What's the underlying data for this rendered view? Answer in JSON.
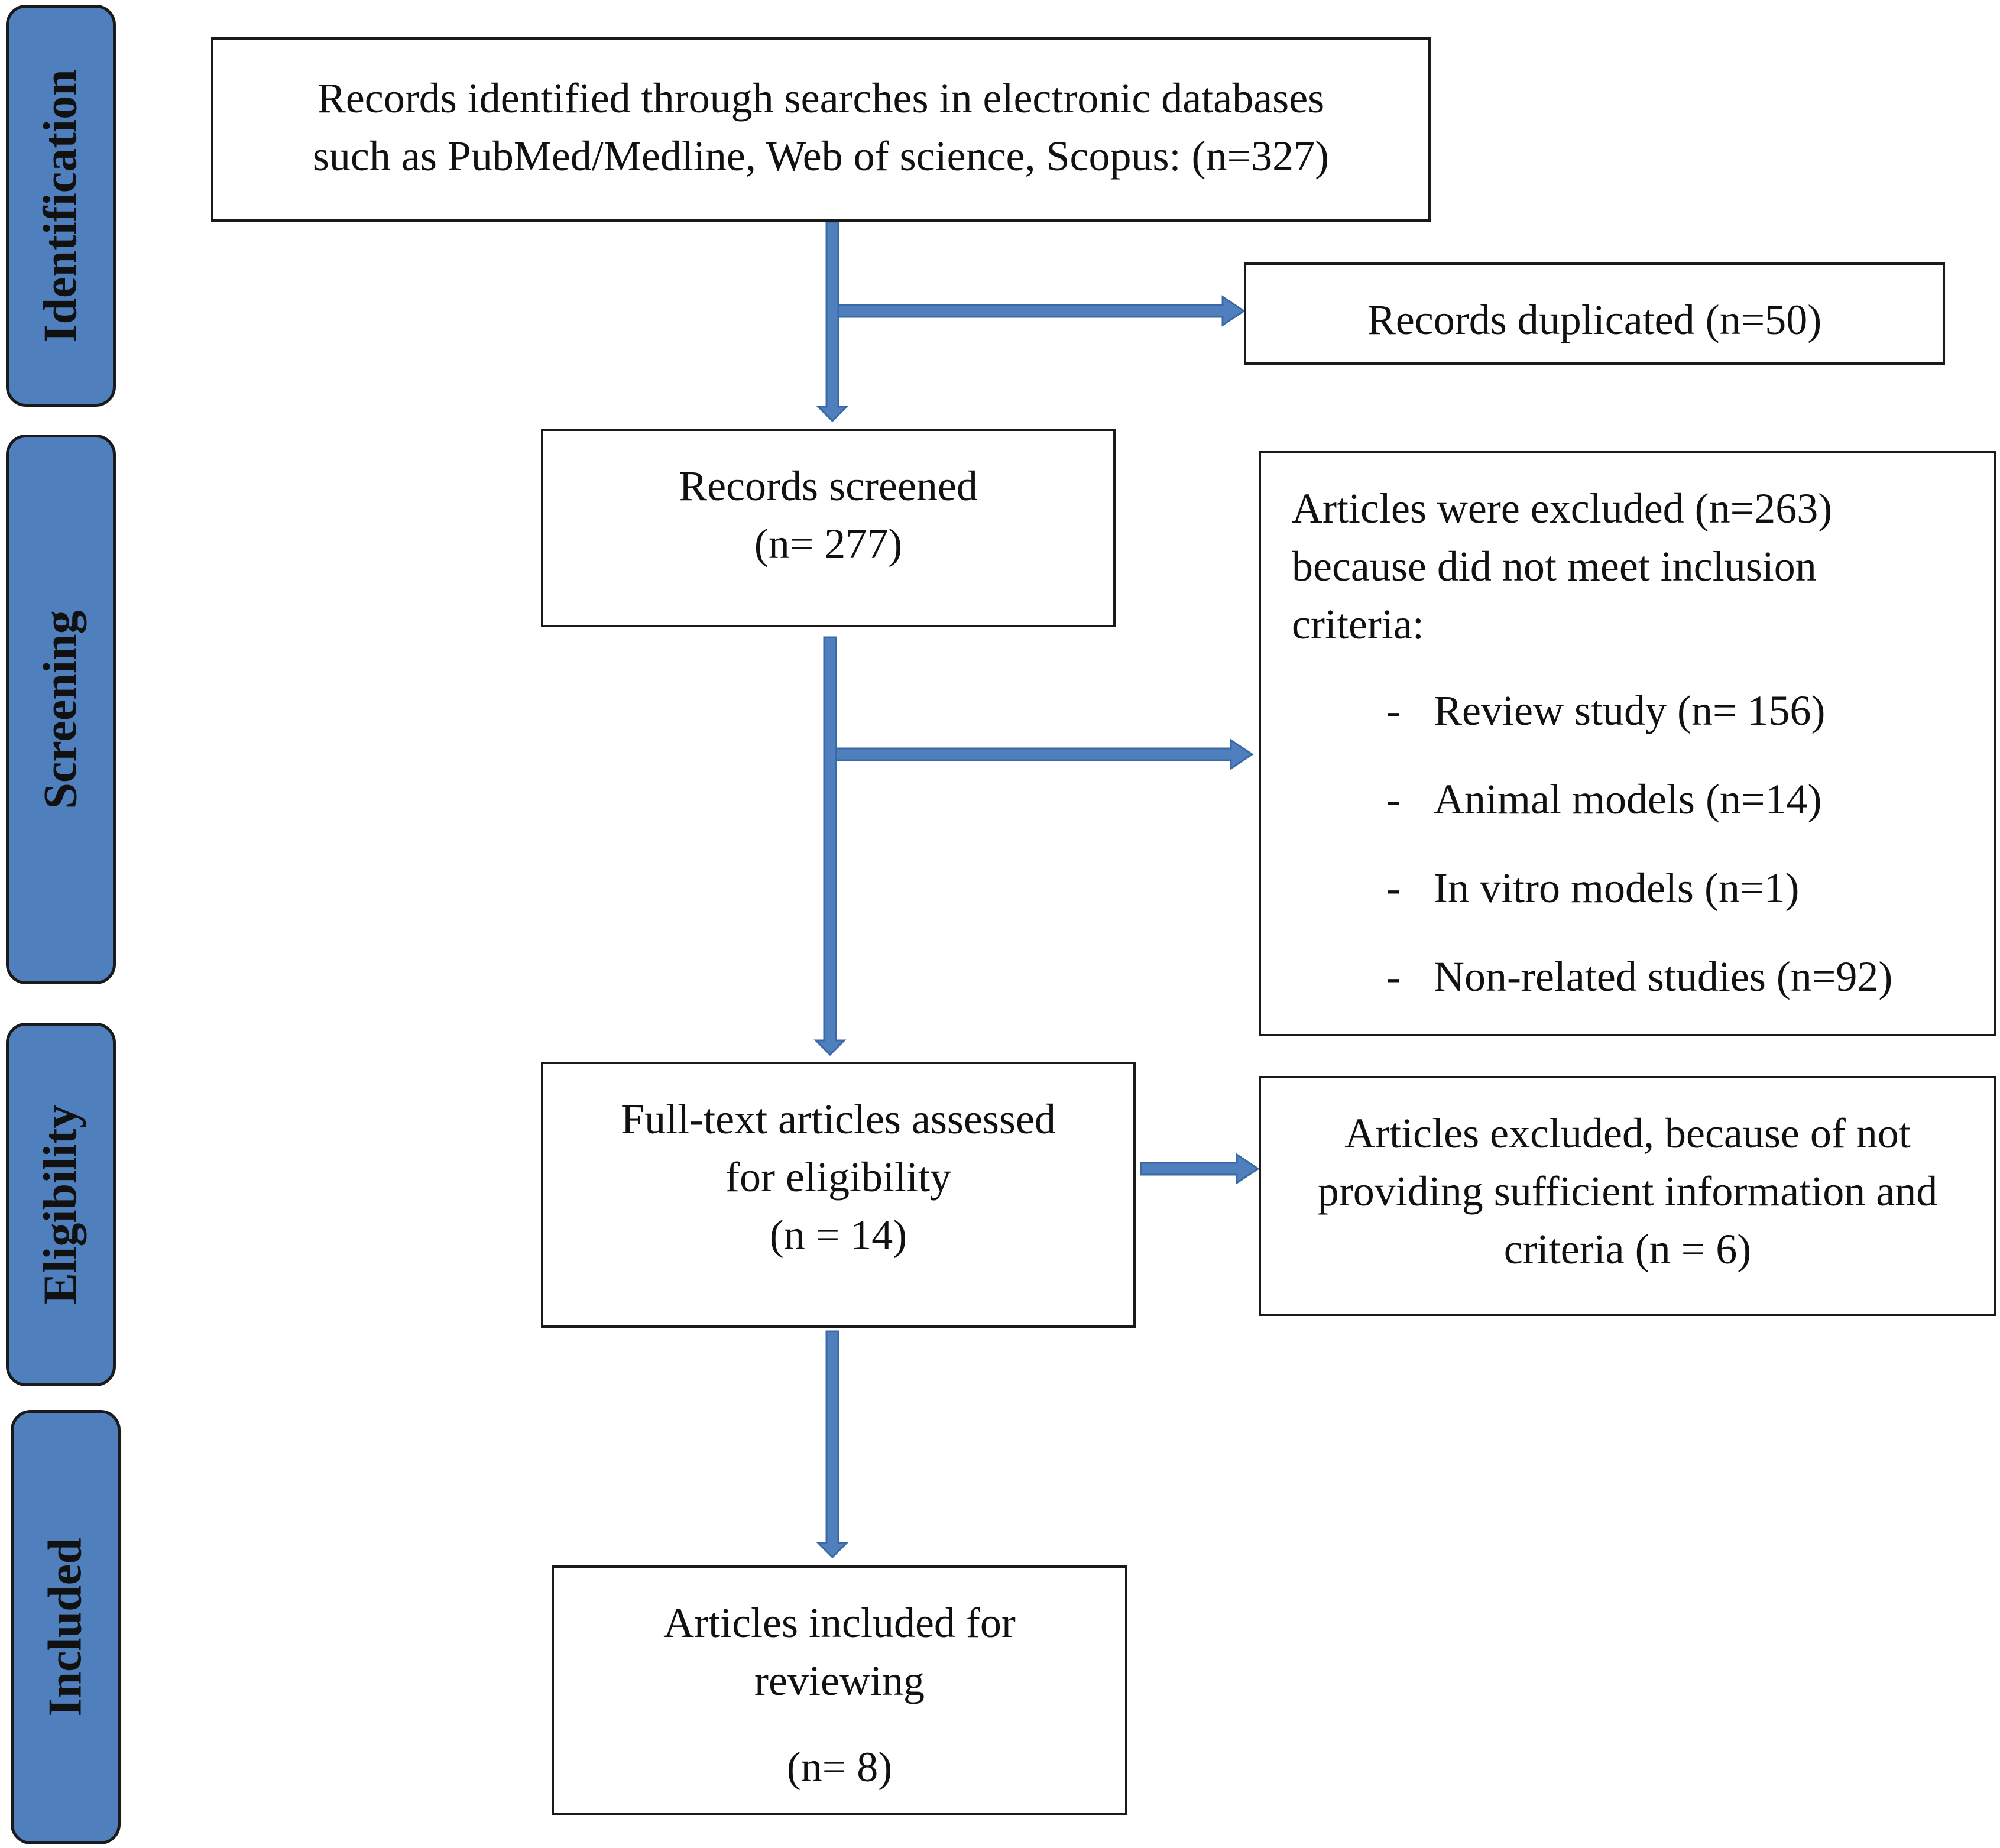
{
  "stages": {
    "identification": "Identification",
    "screening": "Screening",
    "eligibility": "Eligibility",
    "included": "Included"
  },
  "boxes": {
    "identified": {
      "line1": "Records identified through searches in electronic databases",
      "line2": "such as PubMed/Medline, Web of science, Scopus: (n=327)"
    },
    "duplicated": {
      "text": "Records duplicated (n=50)"
    },
    "screened": {
      "line1": "Records screened",
      "line2": "(n= 277)"
    },
    "excluded_screening": {
      "line1": "Articles were excluded (n=263)",
      "line2": "because did not meet inclusion",
      "line3": "criteria:",
      "bullet": "-",
      "items": [
        "Review study (n= 156)",
        "Animal models (n=14)",
        "In vitro models (n=1)",
        "Non-related studies (n=92)"
      ]
    },
    "fulltext": {
      "line1": "Full-text articles assessed",
      "line2": "for eligibility",
      "line3": "(n = 14)"
    },
    "excluded_eligibility": {
      "line1": "Articles excluded, because of not",
      "line2": "providing sufficient information and",
      "line3": "criteria (n = 6)"
    },
    "included": {
      "line1": "Articles included for",
      "line2": "reviewing",
      "line3": "(n= 8)"
    }
  },
  "colors": {
    "arrow": "#4f7fbd",
    "arrow_outline": "#3a6aa6",
    "stage_fill": "#4f7fbd",
    "border": "#1a1a1a"
  }
}
